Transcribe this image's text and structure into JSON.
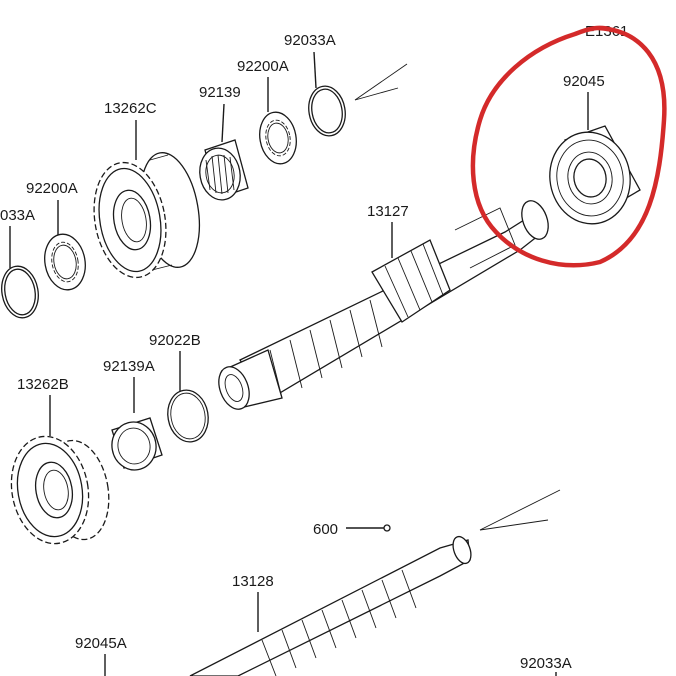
{
  "diagram": {
    "labels": {
      "corner_code": "E1361",
      "bearing_circled": "92045",
      "snap_ring_top": "92033A",
      "gear_spacer_top": "92200A",
      "needle_bearing_top": "92139",
      "gear_top": "13262C",
      "left_spacer": "92200A",
      "left_snap_ring": "033A",
      "main_shaft": "13127",
      "ring_mid": "92022B",
      "bearing_mid": "92139A",
      "gear_mid": "13262B",
      "bolt_ref": "600",
      "output_shaft": "13128",
      "bearing_bottom": "92045A",
      "snap_ring_bottom": "92033A"
    },
    "highlight_color": "#d42a2a",
    "line_color": "#1a1a1a"
  }
}
